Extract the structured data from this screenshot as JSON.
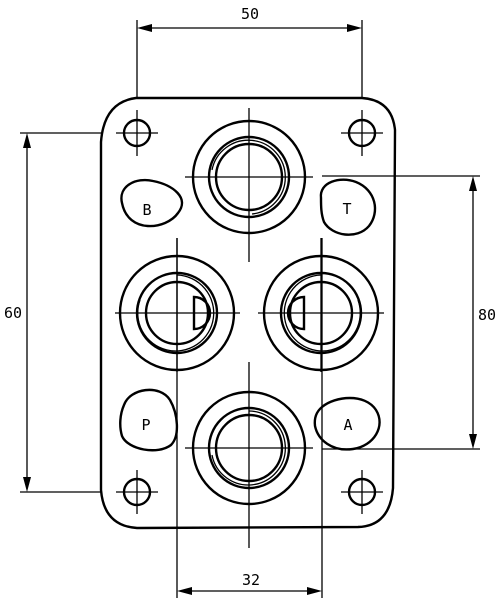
{
  "dimensions": {
    "top_width": "50",
    "bottom_spacing": "32",
    "left_height": "60",
    "right_height": "80"
  },
  "port_labels": {
    "b": "B",
    "t": "T",
    "p": "P",
    "a": "A"
  }
}
